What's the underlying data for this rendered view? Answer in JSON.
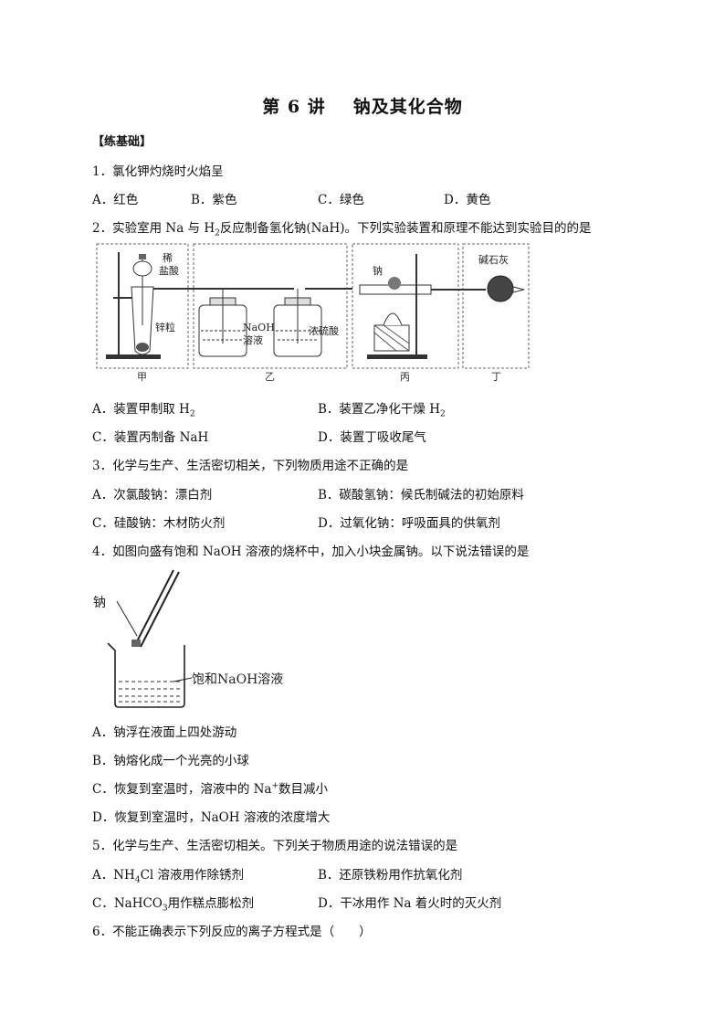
{
  "title": {
    "part1": "第 6 讲",
    "part2": "钠及其化合物"
  },
  "section": "【练基础】",
  "q1": {
    "stem": "1．氯化钾灼烧时火焰呈",
    "options": [
      "A．红色",
      "B．紫色",
      "C．绿色",
      "D．黄色"
    ]
  },
  "q2": {
    "stem_before": "2．实验室用 Na 与 H",
    "stem_sub": "2",
    "stem_after": "反应制备氢化钠(NaH)。下列实验装置和原理不能达到实验目的的是",
    "figure": {
      "labels": {
        "acid": [
          "稀",
          "盐酸"
        ],
        "zinc": "锌粒",
        "naoh": [
          "NaOH",
          "溶液"
        ],
        "h2so4": "浓硫酸",
        "na": "钠",
        "soda_lime": "碱石灰"
      },
      "captions": [
        "甲",
        "乙",
        "丙",
        "丁"
      ]
    },
    "options": [
      {
        "text": "A．装置甲制取 H",
        "sub": "2"
      },
      {
        "text": "B．装置乙净化干燥 H",
        "sub": "2"
      },
      {
        "text": "C．装置丙制备 NaH",
        "sub": ""
      },
      {
        "text": "D．装置丁吸收尾气",
        "sub": ""
      }
    ]
  },
  "q3": {
    "stem": "3．化学与生产、生活密切相关，下列物质用途不正确的是",
    "options": [
      "A．次氯酸钠：漂白剂",
      "B．碳酸氢钠：候氏制碱法的初始原料",
      "C．硅酸钠：木材防火剂",
      "D．过氧化钠：呼吸面具的供氧剂"
    ]
  },
  "q4": {
    "stem": "4．如图向盛有饱和 NaOH 溶液的烧杯中，加入小块金属钠。以下说法错误的是",
    "figure": {
      "na_label": "钠",
      "solution_label": "饱和NaOH溶液"
    },
    "options": [
      "A．钠浮在液面上四处游动",
      "B．钠熔化成一个光亮的小球",
      {
        "before": "C．恢复到室温时，溶液中的 Na",
        "sup": "+",
        "after": "数目减小"
      },
      "D．恢复到室温时，NaOH 溶液的浓度增大"
    ]
  },
  "q5": {
    "stem": "5．化学与生产、生活密切相关。下列关于物质用途的说法错误的是",
    "options": [
      {
        "before": "A．NH",
        "sub": "4",
        "after": "Cl 溶液用作除锈剂"
      },
      "B．还原铁粉用作抗氧化剂",
      {
        "before": "C．NaHCO",
        "sub": "3",
        "after": "用作糕点膨松剂"
      },
      "D．干冰用作 Na 着火时的灭火剂"
    ]
  },
  "q6": {
    "stem": "6．不能正确表示下列反应的离子方程式是（　　）"
  }
}
